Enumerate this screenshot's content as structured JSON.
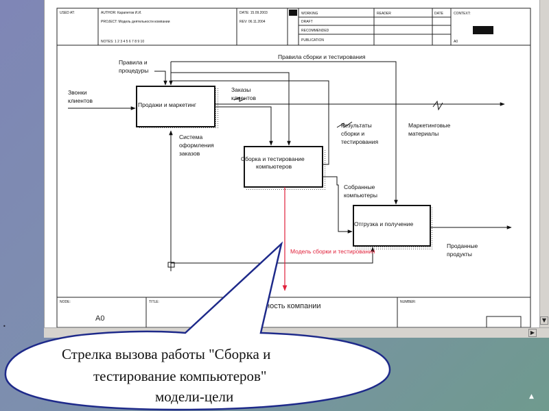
{
  "header": {
    "used_at": "USED AT:",
    "author": "AUTHOR: Карапетов И.И.",
    "project": "PROJECT: Модель деятельности компании",
    "notes": "NOTES: 1 2 3 4 5 6 7 8 9 10",
    "date": "DATE: 15.09.2003",
    "rev": "REV: 06.11.2004",
    "working": "WORKING",
    "draft": "DRAFT",
    "recommended": "RECOMMENDED",
    "publication": "PUBLICATION",
    "reader": "READER",
    "date2": "DATE",
    "context": "CONTEXT:",
    "node_small": "A0"
  },
  "diagram": {
    "activities": [
      {
        "id": "sales",
        "label": "Продажи и маркетинг"
      },
      {
        "id": "assembly",
        "label_l1": "Сборка и тестирование",
        "label_l2": "компьютеров"
      },
      {
        "id": "shipping",
        "label": "Отгрузка и получение"
      }
    ],
    "arrows": {
      "rules": [
        "Правила и",
        "процедуры"
      ],
      "assembly_rules": "Правила сборки и тестирования",
      "calls": [
        "Звонки",
        "клиентов"
      ],
      "orders": [
        "Заказы",
        "клиентов"
      ],
      "results": [
        "Результаты",
        "сборки и",
        "тестирования"
      ],
      "marketing": [
        "Маркетинговые",
        "материалы"
      ],
      "order_system": [
        "Система",
        "оформления",
        "заказов"
      ],
      "assembled": [
        "Собранные",
        "компьютеры"
      ],
      "sold": [
        "Проданные",
        "продукты"
      ],
      "call_arrow": "Модель сборки и тестирования"
    },
    "call_arrow_color": "#e0203a"
  },
  "footer": {
    "node": "NODE:",
    "node_value": "A0",
    "title": "TITLE:",
    "title_value": "ность компании",
    "number": "NUMBER:"
  },
  "callout": {
    "line1": "Стрелка вызова работы \"Сборка и",
    "line2": "тестирование компьютеров\"",
    "line3": "модели-цели"
  }
}
